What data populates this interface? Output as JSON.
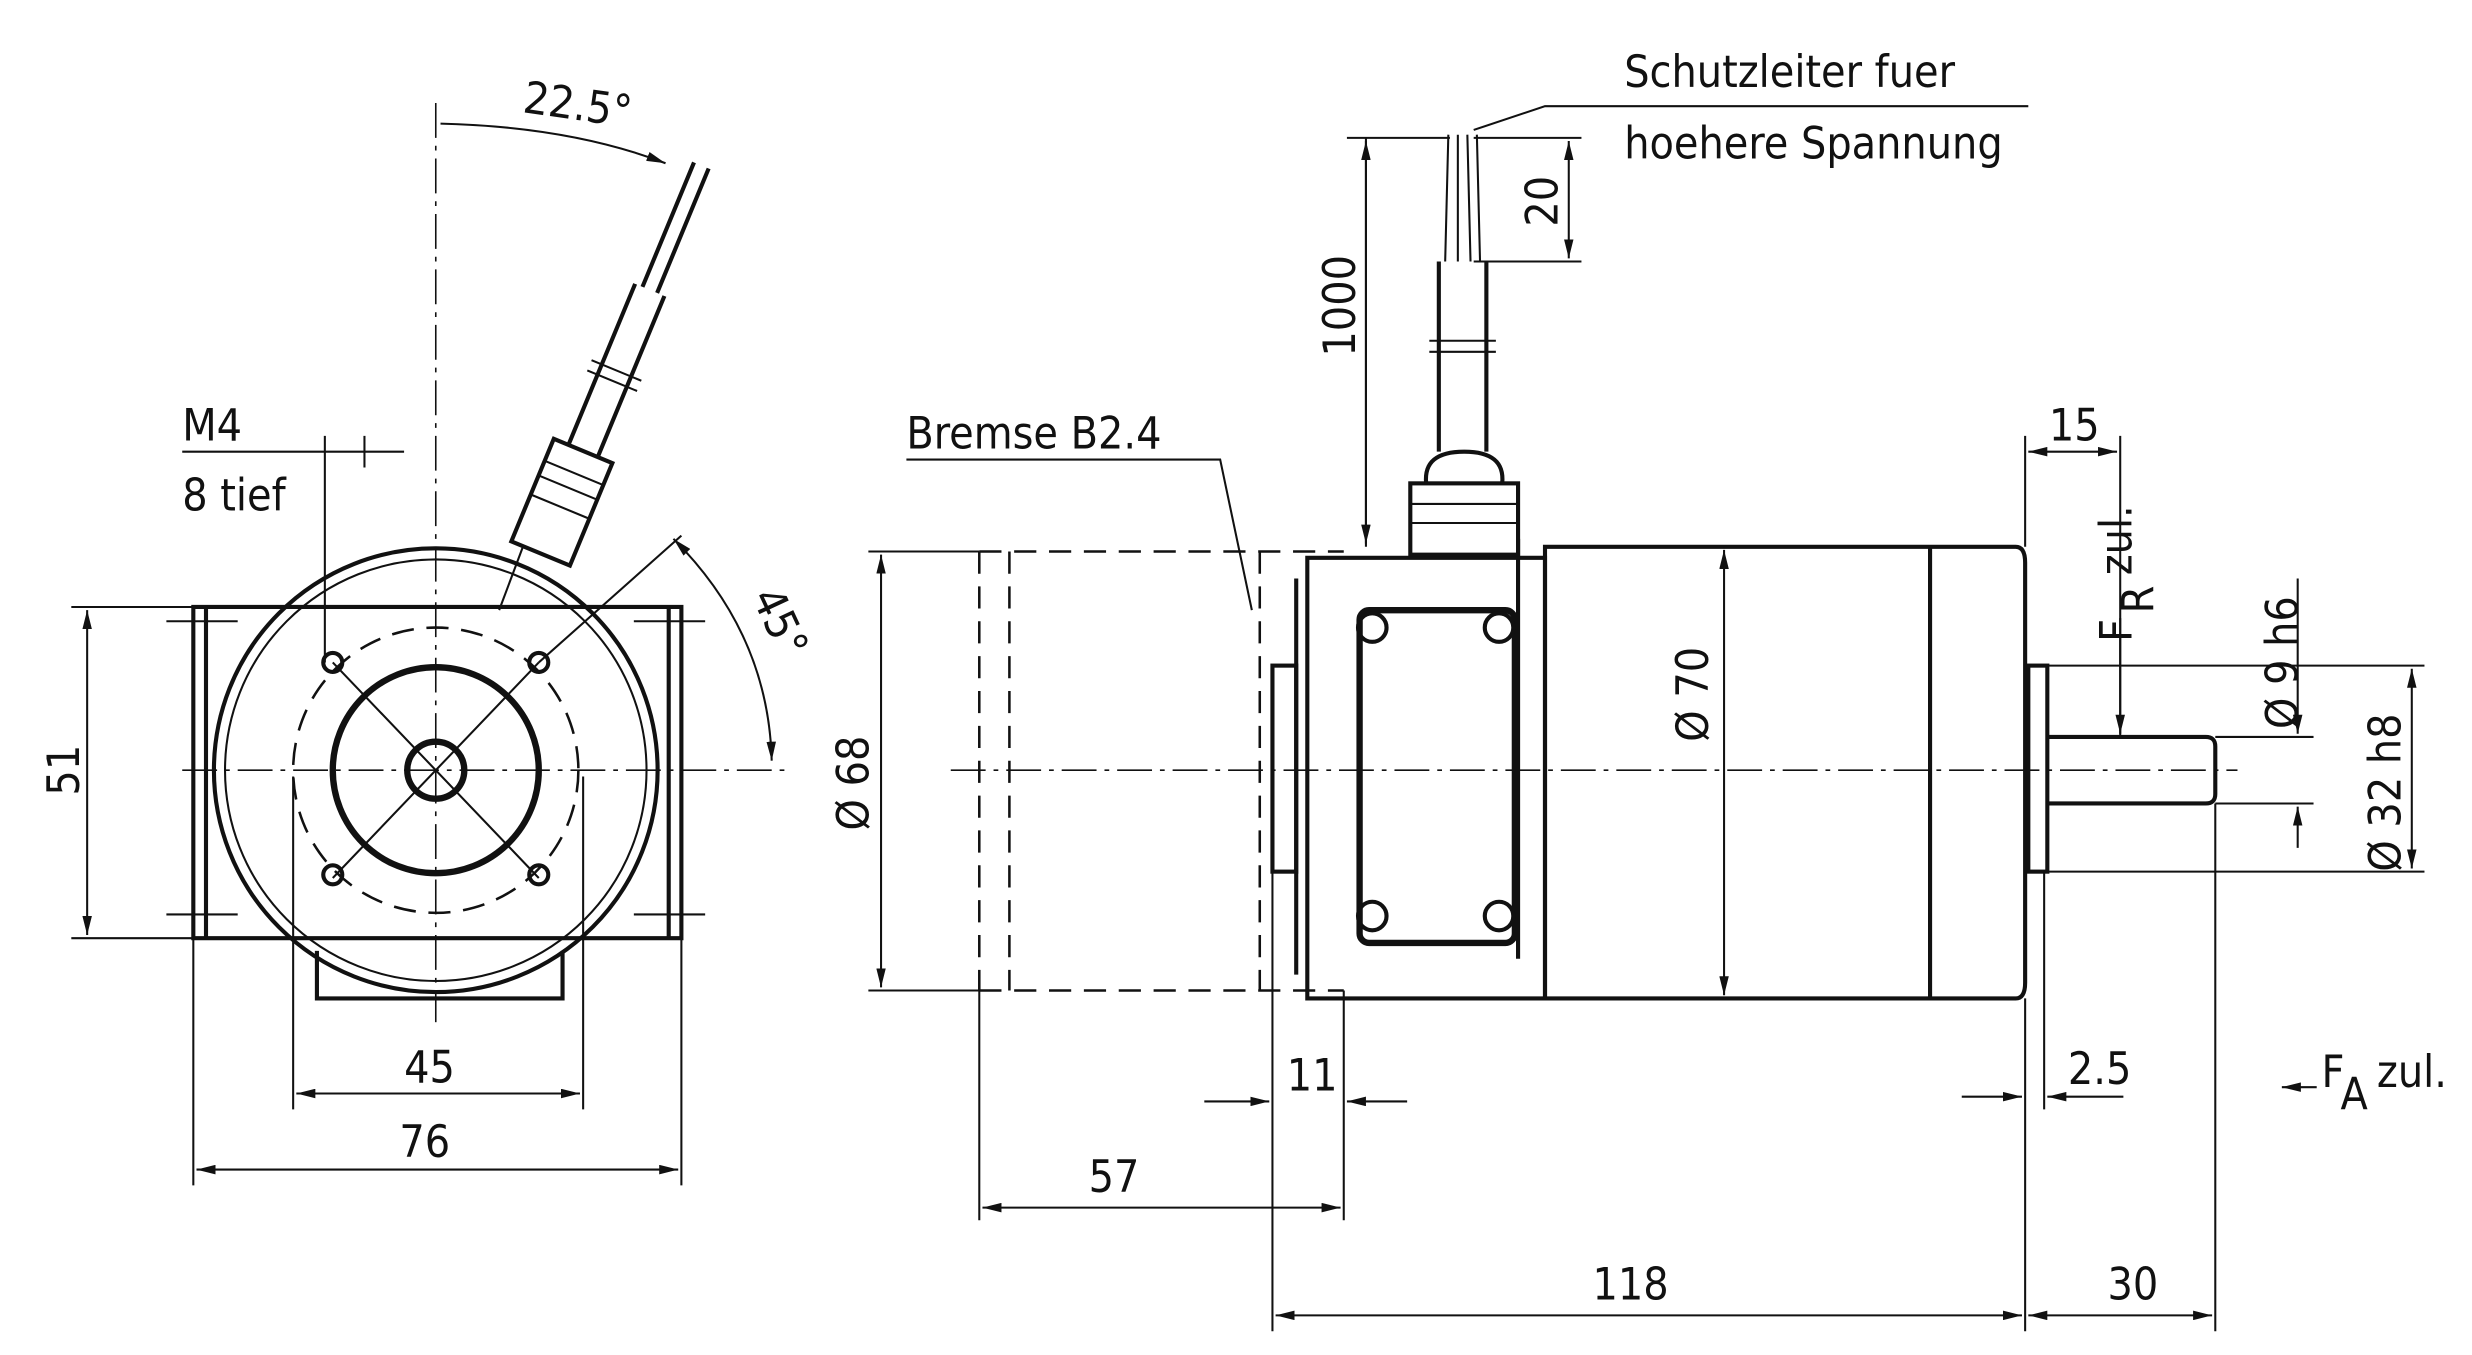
{
  "front_view": {
    "angle_cable": "22.5°",
    "angle_holes": "45°",
    "thread": "M4",
    "thread_depth": "8  tief",
    "height": "51",
    "hole_spacing": "45",
    "width": "76"
  },
  "side_view": {
    "ground_note_line1": "Schutzleiter fuer",
    "ground_note_line2": "hoehere Spannung",
    "cable_length": "1000",
    "wire_strip": "20",
    "brake_label": "Bremse B2.4",
    "brake_diameter": "Ø 68",
    "body_diameter": "Ø 70",
    "shaft_length_zone": "15",
    "radial_force": {
      "F": "F",
      "sub": "R",
      "suffix": "zul."
    },
    "shaft_diameter": "Ø 9 h6",
    "centering_diameter": "Ø 32 h8",
    "flange_thickness": "11",
    "centering_depth": "2.5",
    "axial_force": {
      "F": "F",
      "sub": "A",
      "suffix": "zul."
    },
    "brake_length": "57",
    "body_length": "118",
    "shaft_length": "30"
  }
}
